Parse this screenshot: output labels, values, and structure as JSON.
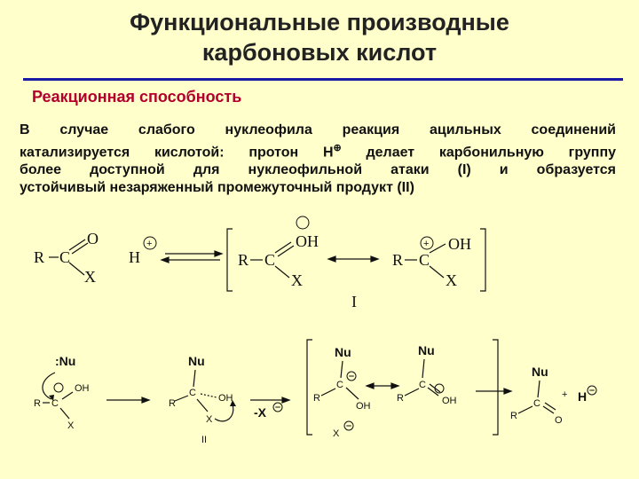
{
  "title": {
    "line1": "Функциональные производные",
    "line2": "карбоновых кислот"
  },
  "subheading": "Реакционная способность",
  "paragraph": {
    "l1": "В случае слабого нуклеофила реакция ацильных соединений",
    "l2a": "катализируется кислотой: протон Н",
    "l2sup": "⊕",
    "l2b": " делает карбонильную группу",
    "l3": "более доступной для нуклеофильной атаки (I) и образуется",
    "l4": "устойчивый незаряженный промежуточный продукт (II)"
  },
  "scheme": {
    "r": "R",
    "c": "C",
    "o": "O",
    "x": "X",
    "oh": "OH",
    "h": "H",
    "roman1": "I",
    "roman2": "II",
    "nu_lone": ":Nu",
    "nu": "Nu",
    "minus_x": "-X",
    "plus": "+",
    "h_minus": "H"
  }
}
